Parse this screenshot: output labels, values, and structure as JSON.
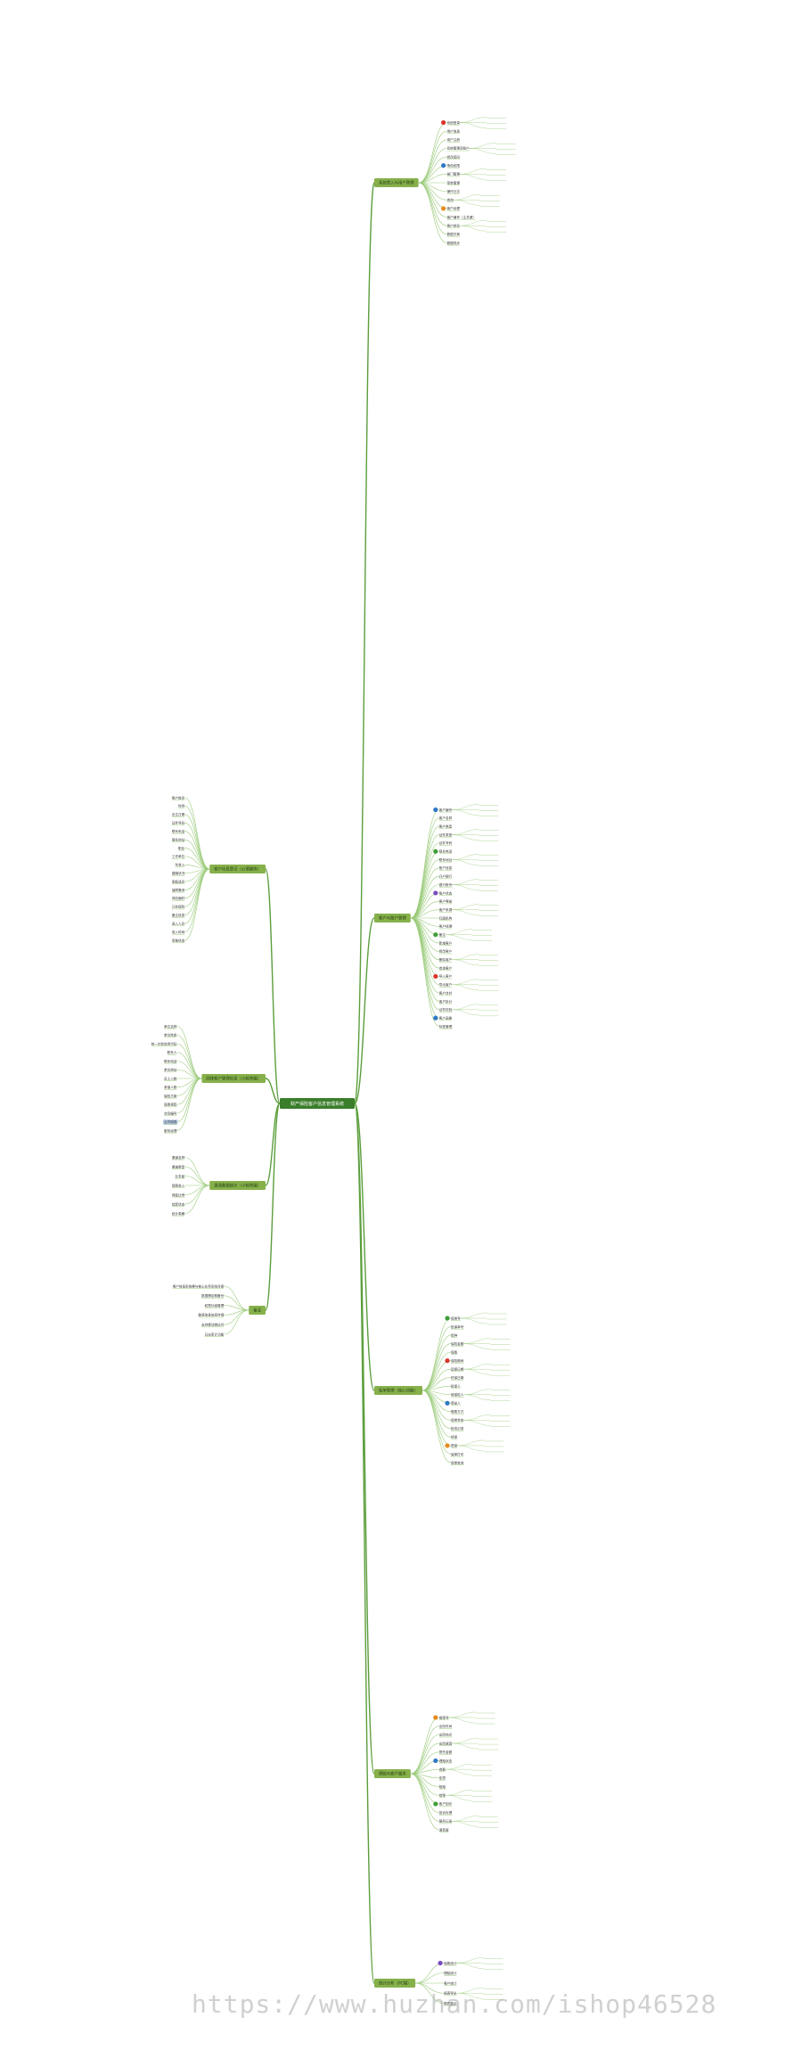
{
  "center": {
    "label": "财产保险客户信息管理系统"
  },
  "colors": {
    "central": "#3a7d2a",
    "branch": "#86b04a",
    "line": "#5b9e3c",
    "leaf_line": "#9acb7a",
    "marker_red": "#d9362b",
    "marker_blue": "#2f78c4",
    "marker_green": "#3f9e3a",
    "marker_orange": "#e68a1f",
    "marker_purple": "#7a4cc1",
    "highlight": "#3f6fa8"
  },
  "right_branches": [
    {
      "label": "系统登入与用户管理",
      "leaves": [
        "系统登录",
        "用户信息",
        "用户注册",
        "系统管理员账户",
        "修改密码",
        "角色权限",
        "部门管理",
        "菜单管理",
        "操作日志",
        "查询",
        "客户经理",
        "客户编号（主关键）",
        "客户姓名",
        "数据字典",
        "数据同步"
      ]
    },
    {
      "label": "客户与账户管理",
      "leaves": [
        "客户编号",
        "客户名称",
        "客户类型",
        "证件类型",
        "证件号码",
        "联系电话",
        "联系地址",
        "账户信息",
        "开户银行",
        "银行账号",
        "账户状态",
        "客户等级",
        "客户来源",
        "归属机构",
        "客户经理",
        "备注",
        "新增客户",
        "修改客户",
        "删除客户",
        "查询客户",
        "导入客户",
        "导出客户",
        "客户合并",
        "客户拆分",
        "证件校验",
        "客户画像",
        "标签管理"
      ]
    },
    {
      "label": "保单管理（核心功能）",
      "leaves": [
        "保单号",
        "投保单号",
        "险种",
        "保险金额",
        "保费",
        "保险期间",
        "起保日期",
        "终保日期",
        "投保人",
        "被保险人",
        "受益人",
        "缴费方式",
        "保单状态",
        "批改记录",
        "续保",
        "退保",
        "保单打印",
        "保单查询"
      ]
    },
    {
      "label": "理赔与客户服务",
      "leaves": [
        "报案号",
        "出险时间",
        "出险地点",
        "出险原因",
        "损失金额",
        "理赔状态",
        "查勘",
        "定损",
        "核赔",
        "结案",
        "客户回访",
        "投诉处理",
        "服务记录",
        "满意度"
      ]
    },
    {
      "label": "统计分析（PC端）",
      "leaves": [
        "保费统计",
        "理赔统计",
        "客户统计",
        "报表导出",
        "图表展示"
      ]
    }
  ],
  "left_branches": [
    {
      "label": "客户信息登记（心情模块）",
      "leaves": [
        "客户姓名",
        "性别",
        "出生日期",
        "证件号码",
        "联系电话",
        "联系地址",
        "职业",
        "工作单位",
        "年收入",
        "婚姻状况",
        "家庭成员",
        "保障需求",
        "风险偏好",
        "已有保险",
        "备注信息",
        "录入人员",
        "录入时间",
        "审核状态"
      ]
    },
    {
      "label": "团体客户管理信息（小程序端）",
      "leaves": [
        "单位名称",
        "单位性质",
        "统一社会信用代码",
        "联系人",
        "联系电话",
        "单位地址",
        "员工人数",
        "参保人数",
        "保险方案",
        "保费预算",
        "合同编号",
        "合同期限",
        "服务经理"
      ]
    },
    {
      "label": "渠道数据统计（小程序端）",
      "leaves": [
        "渠道名称",
        "渠道类型",
        "业务量",
        "保费收入",
        "佣金比例",
        "结算状态",
        "统计周期"
      ]
    },
    {
      "label": "备注",
      "leaves": [
        "客户信息系统需与核心业务系统对接",
        "数据需定期备份",
        "权限分级管理",
        "敏感信息加密存储",
        "支持移动端访问",
        "日志审计功能"
      ]
    }
  ],
  "watermark": "https://www.huzhan.com/ishop46528"
}
